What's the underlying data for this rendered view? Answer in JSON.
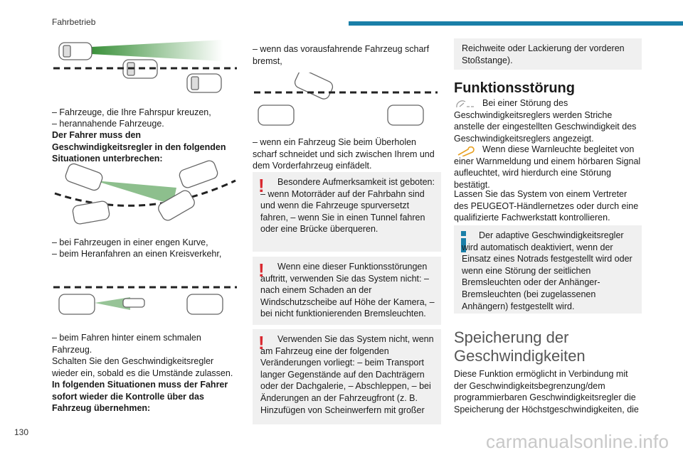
{
  "header": {
    "section_title": "Fahrbetrieb",
    "accent_color": "#1a7fa8"
  },
  "page_number": "130",
  "watermark": "carmanualsonline.info",
  "col1": {
    "list_a_1": "– Fahrzeuge, die Ihre Fahrspur kreuzen,",
    "list_a_2": "– herannahende Fahrzeuge.",
    "bold_a": "Der Fahrer muss den Geschwindigkeitsregler in den folgenden Situationen unterbrechen:",
    "list_b_1": "– bei Fahrzeugen in einer engen Kurve,",
    "list_b_2": "– beim Heranfahren an einen Kreisverkehr,",
    "list_c_1": "– beim Fahren hinter einem schmalen Fahrzeug.",
    "para_c": "Schalten Sie den Geschwindigkeitsregler wieder ein, sobald es die Umstände zulassen.",
    "bold_c": "In folgenden Situationen muss der Fahrer sofort wieder die Kontrolle über das Fahrzeug übernehmen:"
  },
  "col2": {
    "list_d_1": "– wenn das vorausfahrende Fahrzeug scharf bremst,",
    "list_e_1": "– wenn ein Fahrzeug Sie beim Überholen scharf schneidet und sich zwischen Ihrem und dem Vorderfahrzeug einfädelt.",
    "warn1": "Besondere Aufmerksamkeit ist geboten: – wenn Motorräder auf der Fahrbahn sind und wenn die Fahrzeuge spurversetzt fahren, – wenn Sie in einen Tunnel fahren oder eine Brücke überqueren.",
    "warn2": "Wenn eine dieser Funktionsstörungen auftritt, verwenden Sie das System nicht: – nach einem Schaden an der Windschutzscheibe auf Höhe der Kamera, – bei nicht funktionierenden Bremsleuchten.",
    "warn3": "Verwenden Sie das System nicht, wenn am Fahrzeug eine der folgenden Veränderungen vorliegt: – beim Transport langer Gegenstände auf den Dachträgern oder der Dachgalerie, – Abschleppen, – bei Änderungen an der Fahrzeugfront (z. B. Hinzufügen von Scheinwerfern mit großer"
  },
  "col3": {
    "box_top": "Reichweite oder Lackierung der vorderen Stoßstange).",
    "heading_fault": "Funktionsstörung",
    "fault_p1": "Bei einer Störung des Geschwindigkeitsreglers werden Striche anstelle der eingestellten Geschwindigkeit des Geschwindigkeitsreglers angezeigt.",
    "fault_p2": "Wenn diese Warnleuchte begleitet von einer Warnmeldung und einem hörbaren Signal aufleuchtet, wird hierdurch eine Störung bestätigt.",
    "fault_p3": "Lassen Sie das System von einem Vertreter des PEUGEOT-Händlernetzes oder durch eine qualifizierte Fachwerkstatt kontrollieren.",
    "info_box": "Der adaptive Geschwindigkeitsregler wird automatisch deaktiviert, wenn der Einsatz eines Notrads festgestellt wird oder wenn eine Störung der seitlichen Bremsleuchten oder der Anhänger-Bremsleuchten (bei zugelassenen Anhängern) festgestellt wird.",
    "heading_memory": "Speicherung der Geschwindigkeiten",
    "memory_p1": "Diese Funktion ermöglicht in Verbindung mit der Geschwindigkeitsbegrenzung/dem programmierbaren Geschwindigkeitsregler die Speicherung der Höchstgeschwindigkeiten, die"
  },
  "icons": {
    "warning": "exclamation-icon",
    "info": "info-icon",
    "fault_display": "speed-dashes-icon",
    "fault_light": "wrench-warning-icon"
  },
  "colors": {
    "warning": "#d9282f",
    "info": "#1a7fa8",
    "box": "#f0f0f0",
    "radar": "#3a8a3a"
  }
}
